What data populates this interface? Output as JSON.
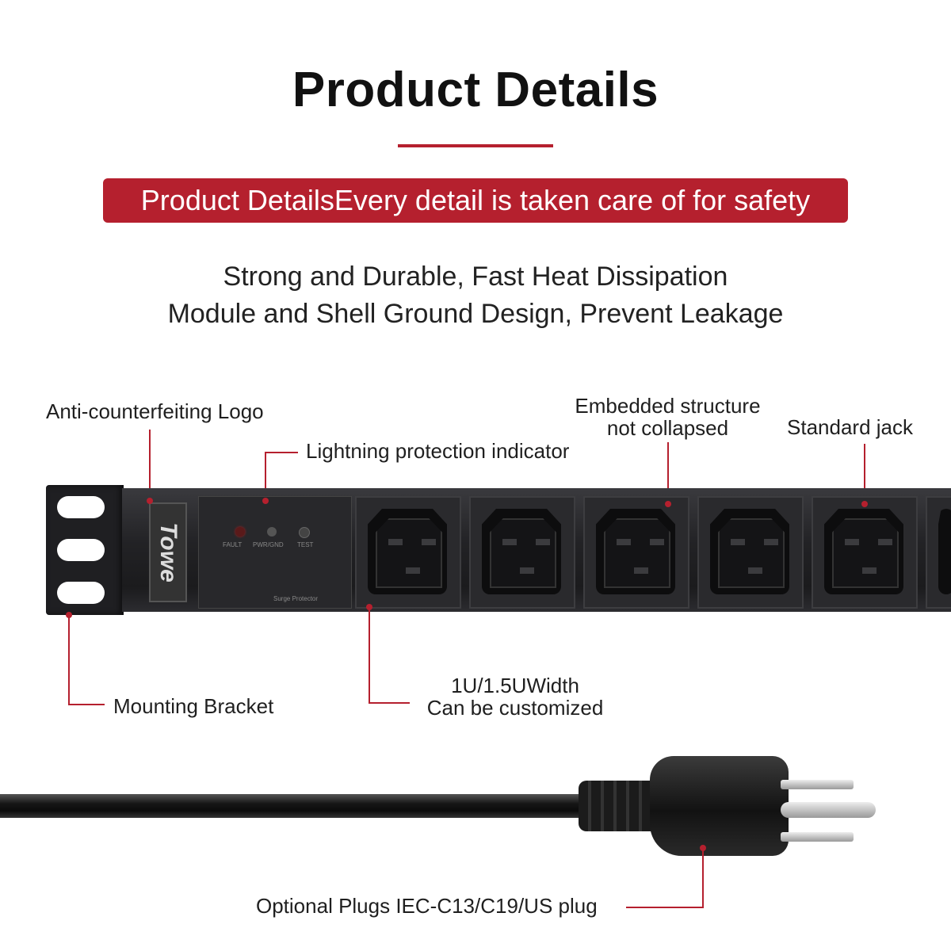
{
  "heading": {
    "title": "Product Details",
    "banner": "Product DetailsEvery detail is taken care of for safety",
    "line1": "Strong and Durable, Fast Heat Dissipation",
    "line2": "Module and Shell Ground Design, Prevent Leakage"
  },
  "callouts": {
    "logo": "Anti-counterfeiting Logo",
    "indicator": "Lightning protection indicator",
    "embedded_1": "Embedded structure",
    "embedded_2": "not collapsed",
    "jack": "Standard jack",
    "bracket": "Mounting Bracket",
    "width_1": "1U/1.5UWidth",
    "width_2": "Can be customized",
    "plug": "Optional Plugs IEC-C13/C19/US plug"
  },
  "device": {
    "brand": "Towe",
    "led_labels": [
      "FAULT",
      "PWR/GND",
      "TEST"
    ],
    "module_label": "Surge Protector"
  },
  "colors": {
    "accent": "#b5202e",
    "device": "#1f1f22"
  }
}
